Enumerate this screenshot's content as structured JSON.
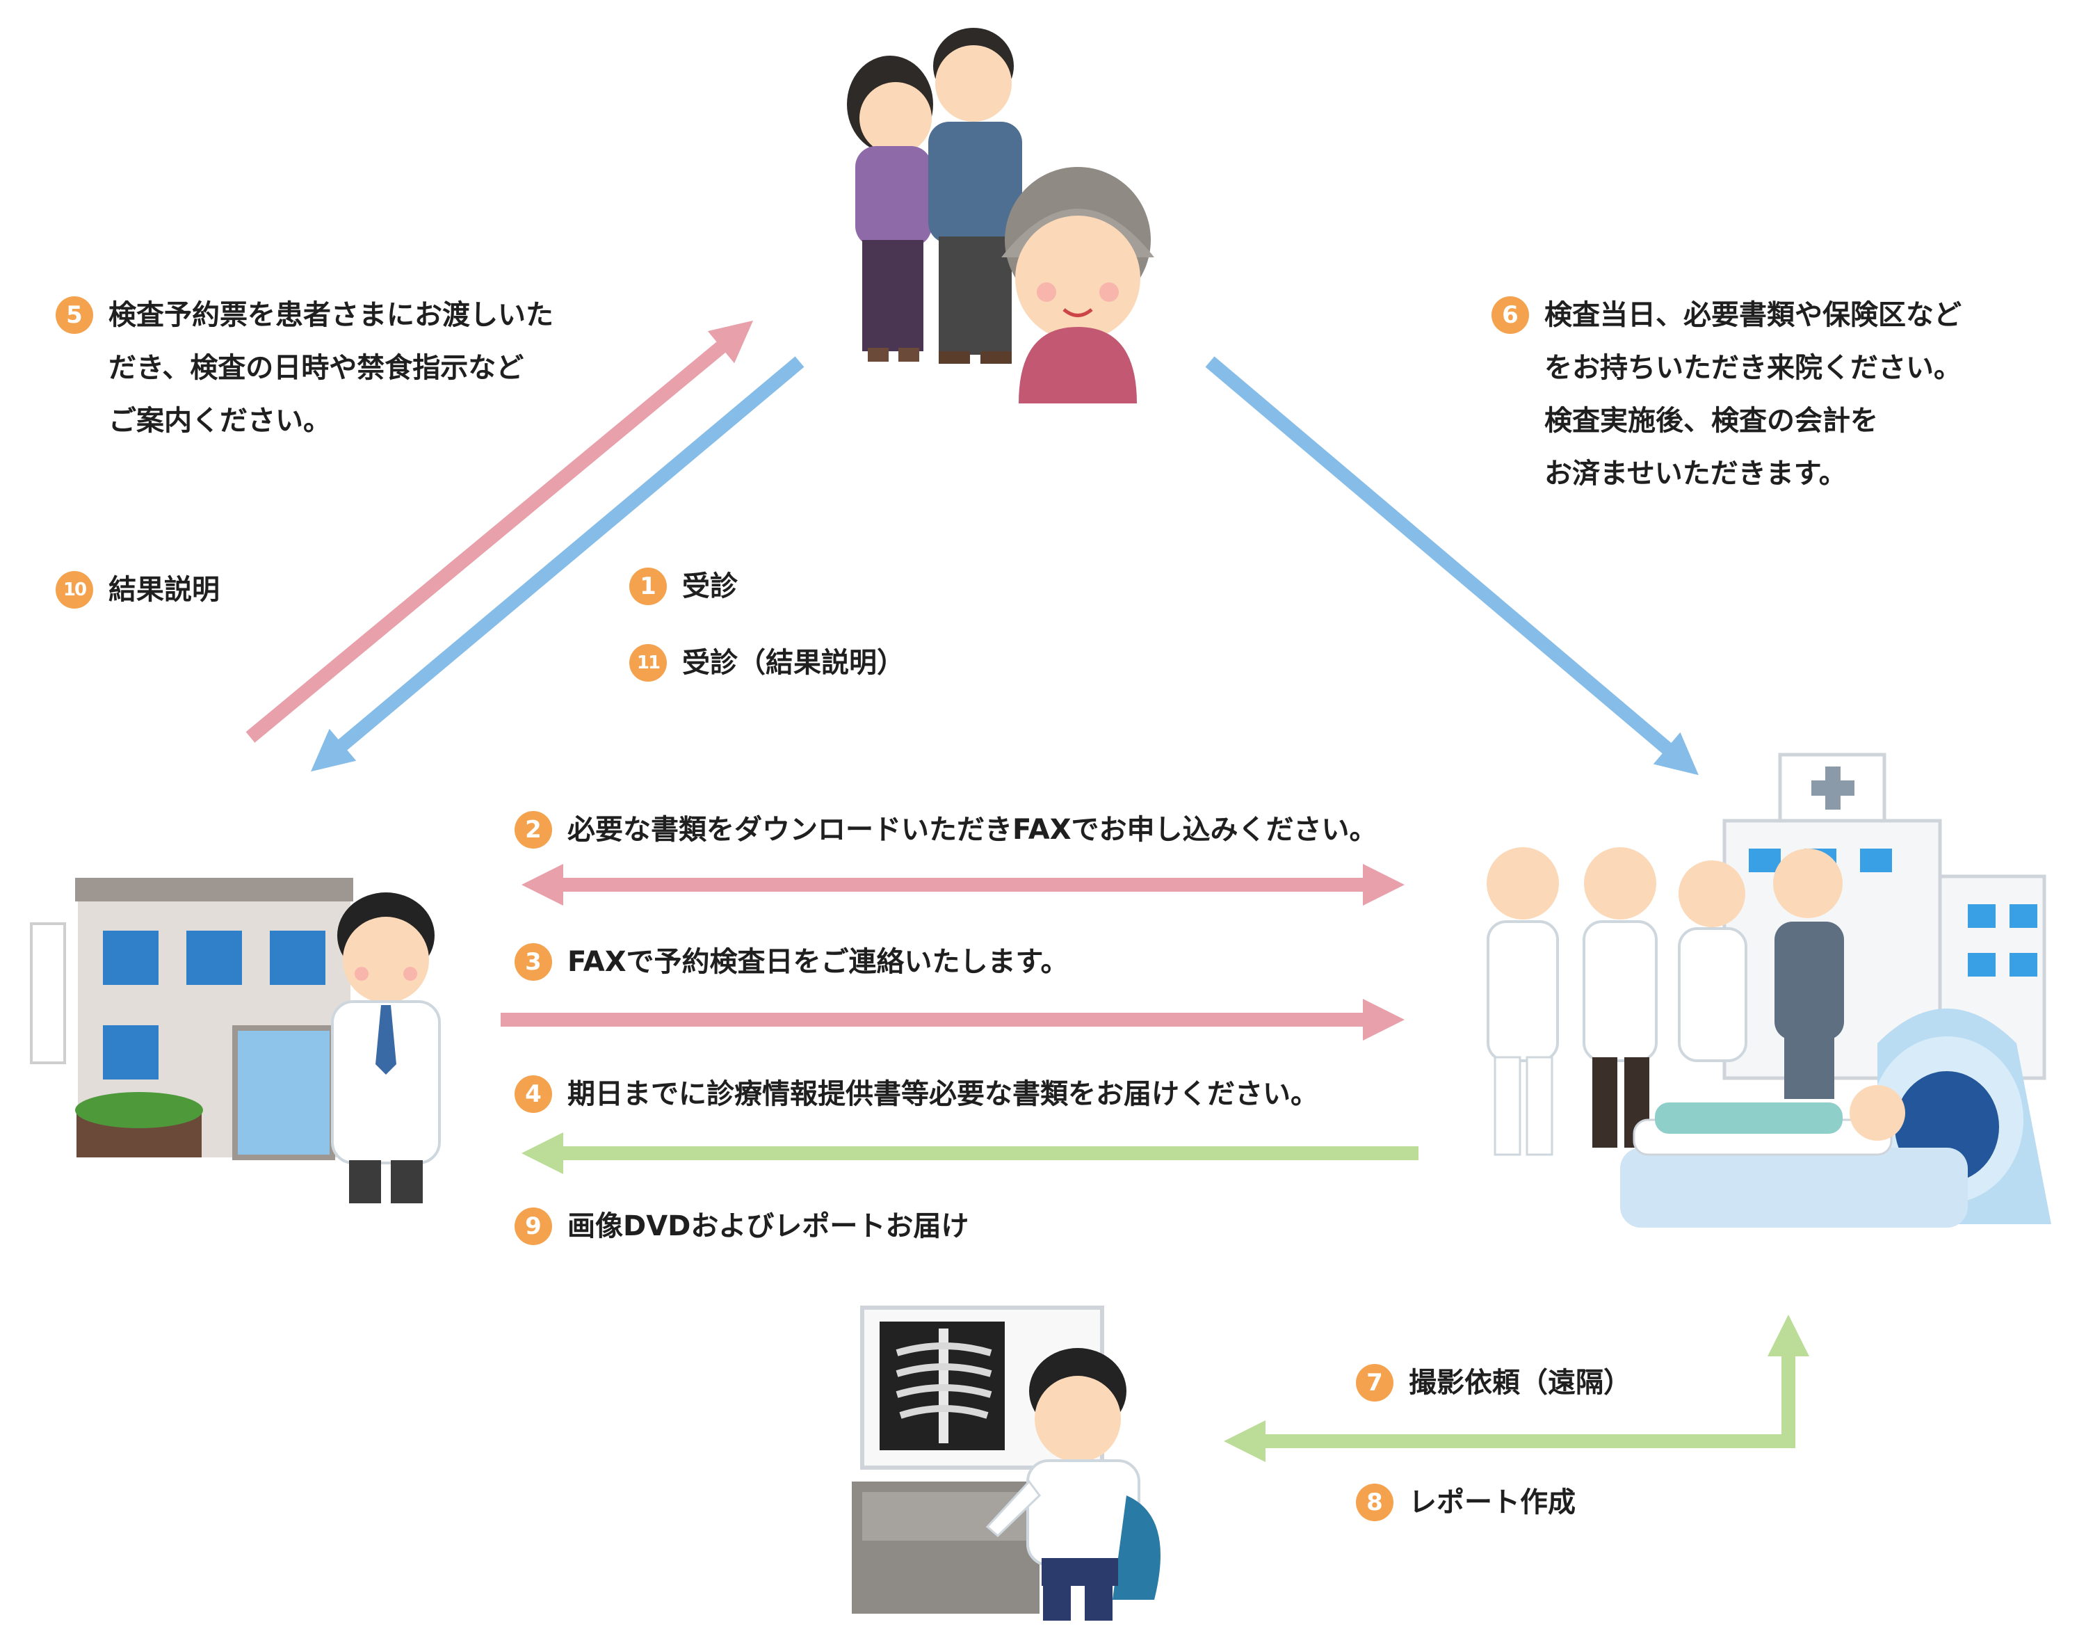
{
  "colors": {
    "pink_arrow": "#e8a0aa",
    "blue_arrow": "#86bde8",
    "green_arrow": "#bcdd98",
    "badge": "#f4a24e"
  },
  "icons": {
    "patients": "family-illustration",
    "clinic": "clinic-building-with-doctor",
    "hospital": "hospital-staff-with-mri-scanner",
    "radiologist": "doctor-reading-xray-illustration"
  },
  "steps": [
    {
      "num": "1",
      "lines": [
        "受診"
      ]
    },
    {
      "num": "2",
      "lines": [
        "必要な書類をダウンロードいただきFAXでお申し込みください。"
      ]
    },
    {
      "num": "3",
      "lines": [
        "FAXで予約検査日をご連絡いたします。"
      ]
    },
    {
      "num": "4",
      "lines": [
        "期日までに診療情報提供書等必要な書類をお届けください。"
      ]
    },
    {
      "num": "5",
      "lines": [
        "検査予約票を患者さまにお渡しいた",
        "だき、検査の日時や禁食指示など",
        "ご案内ください。"
      ]
    },
    {
      "num": "6",
      "lines": [
        "検査当日、必要書類や保険区など",
        "をお持ちいただき来院ください。",
        "検査実施後、検査の会計を",
        "お済ませいただきます。"
      ]
    },
    {
      "num": "7",
      "lines": [
        "撮影依頼（遠隔）"
      ]
    },
    {
      "num": "8",
      "lines": [
        "レポート作成"
      ]
    },
    {
      "num": "9",
      "lines": [
        "画像DVDおよびレポートお届け"
      ]
    },
    {
      "num": "10",
      "lines": [
        "結果説明"
      ]
    },
    {
      "num": "11",
      "lines": [
        "受診（結果説明）"
      ]
    }
  ]
}
